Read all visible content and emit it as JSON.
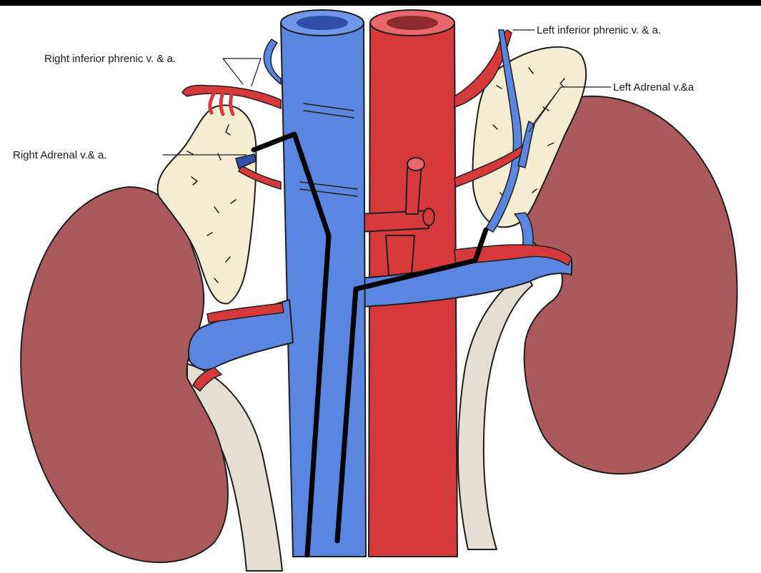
{
  "labels": {
    "right_inferior_phrenic": "Right inferior phrenic v. & a.",
    "left_inferior_phrenic": "Left inferior phrenic v. & a.",
    "right_adrenal": "Right Adrenal v.& a.",
    "left_adrenal": "Left Adrenal v.&a"
  },
  "colors": {
    "vein": "#5b86e0",
    "vein_dark": "#2f4fa8",
    "artery": "#d6393b",
    "artery_dark": "#8f2a2f",
    "kidney": "#ab5a5c",
    "adrenal": "#f4edd2",
    "ureter": "#e6ddd3",
    "outline": "#1e1e1e",
    "marker_line": "#000000"
  }
}
